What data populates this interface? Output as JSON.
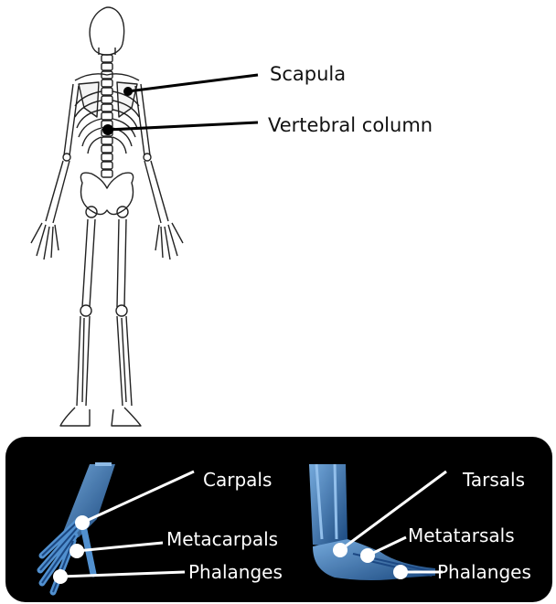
{
  "skeleton": {
    "labels": {
      "scapula": "Scapula",
      "vertebral_column": "Vertebral column"
    }
  },
  "hand": {
    "labels": {
      "carpals": "Carpals",
      "metacarpals": "Metacarpals",
      "phalanges": "Phalanges"
    }
  },
  "foot": {
    "labels": {
      "tarsals": "Tarsals",
      "metatarsals": "Metatarsals",
      "phalanges": "Phalanges"
    }
  },
  "colors": {
    "panel_bg": "#000000",
    "bone_xray": "#3a7fc4",
    "pointer": "#000000",
    "marker": "#ffffff"
  }
}
